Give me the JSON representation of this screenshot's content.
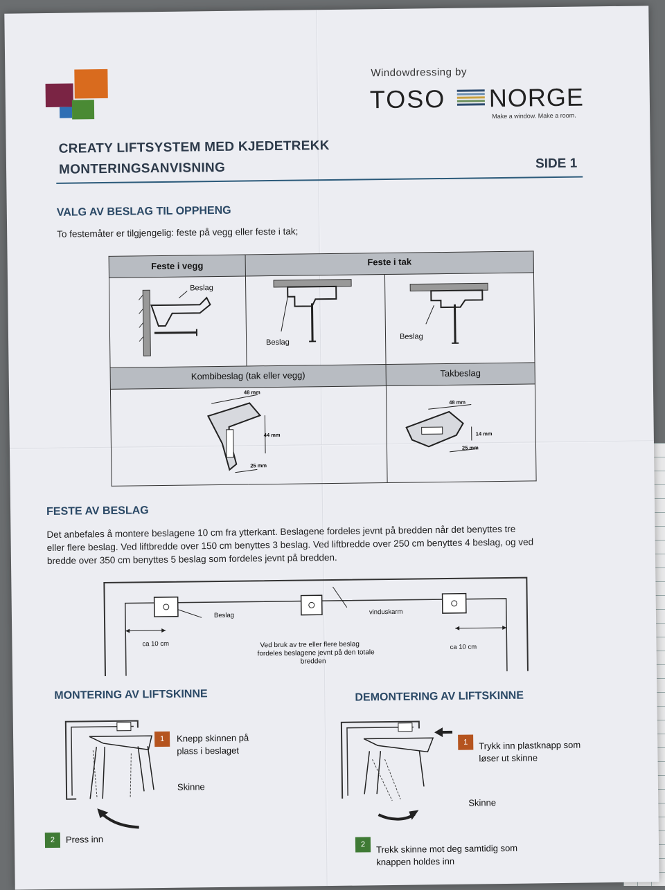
{
  "colors": {
    "title": "#2d3a4a",
    "accent_blue": "#2b5a7a",
    "badge_orange": "#b5541f",
    "badge_green": "#3f7a35",
    "header_gray": "#b8bcc2"
  },
  "brand": {
    "tagline_top": "Windowdressing by",
    "name_left": "TOSO",
    "name_right": "NORGE",
    "slogan": "Make a window. Make a room.",
    "logo_icon": "color-squares-logo"
  },
  "title": {
    "line1": "CREATY LIFTSYSTEM MED KJEDETREKK",
    "line2": "MONTERINGSANVISNING",
    "page": "SIDE 1"
  },
  "section1": {
    "heading": "VALG AV BESLAG TIL OPPHENG",
    "intro": "To festemåter er tilgjengelig: feste på vegg eller feste i tak;",
    "table": {
      "header_wall": "Feste i vegg",
      "header_ceiling": "Feste i tak",
      "label_beslag": "Beslag",
      "kombi_header": "Kombibeslag (tak eller vegg)",
      "tak_header": "Takbeslag",
      "kombi_dims": {
        "w": "48 mm",
        "h": "44 mm",
        "d": "25 mm"
      },
      "tak_dims": {
        "w": "48 mm",
        "h": "14 mm",
        "d": "25 mm"
      }
    }
  },
  "section2": {
    "heading": "FESTE AV BESLAG",
    "line1": "Det anbefales å montere beslagene 10 cm fra ytterkant.  Beslagene fordeles jevnt på bredden når det benyttes tre",
    "line2": "eller flere beslag. Ved liftbredde over 150 cm benyttes 3 beslag. Ved liftbredde over 250 cm benyttes 4 beslag, og ved",
    "line3": "bredde over 350 cm benyttes 5 beslag som fordeles jevnt på bredden.",
    "diagram": {
      "beslag": "Beslag",
      "vinduskarm": "vinduskarm",
      "ca_left": "ca 10 cm",
      "ca_right": "ca 10 cm",
      "note1": "Ved bruk av tre eller flere beslag",
      "note2": "fordeles beslagene jevnt på den totale",
      "note3": "bredden"
    }
  },
  "section3": {
    "heading": "MONTERING AV LIFTSKINNE",
    "step1_num": "1",
    "step1_line1": "Knepp skinnen på",
    "step1_line2": "plass i beslaget",
    "skinne": "Skinne",
    "step2_num": "2",
    "step2": "Press inn"
  },
  "section4": {
    "heading": "DEMONTERING AV LIFTSKINNE",
    "step1_num": "1",
    "step1_line1": "Trykk inn plastknapp som",
    "step1_line2": "løser ut skinne",
    "skinne": "Skinne",
    "step2_num": "2",
    "step2_line1": "Trekk skinne mot deg samtidig som",
    "step2_line2": "knappen holdes inn"
  }
}
